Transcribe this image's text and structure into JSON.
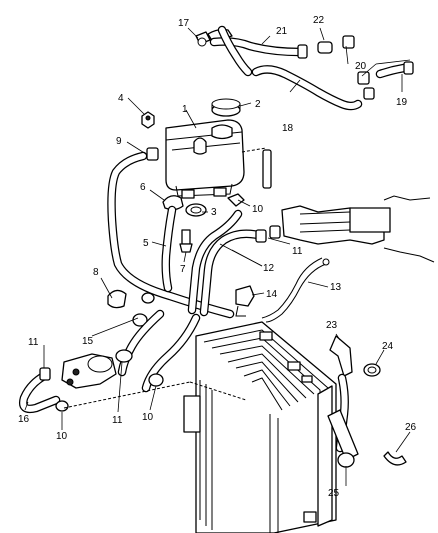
{
  "diagram": {
    "callouts": [
      {
        "id": "c1",
        "text": "1"
      },
      {
        "id": "c2",
        "text": "2"
      },
      {
        "id": "c3",
        "text": "3"
      },
      {
        "id": "c4",
        "text": "4"
      },
      {
        "id": "c5",
        "text": "5"
      },
      {
        "id": "c6",
        "text": "6"
      },
      {
        "id": "c7",
        "text": "7"
      },
      {
        "id": "c8",
        "text": "8"
      },
      {
        "id": "c9",
        "text": "9"
      },
      {
        "id": "c10a",
        "text": "10"
      },
      {
        "id": "c10b",
        "text": "10"
      },
      {
        "id": "c10c",
        "text": "10"
      },
      {
        "id": "c11a",
        "text": "11"
      },
      {
        "id": "c11b",
        "text": "11"
      },
      {
        "id": "c11c",
        "text": "11"
      },
      {
        "id": "c12",
        "text": "12"
      },
      {
        "id": "c13",
        "text": "13"
      },
      {
        "id": "c14",
        "text": "14"
      },
      {
        "id": "c15",
        "text": "15"
      },
      {
        "id": "c16",
        "text": "16"
      },
      {
        "id": "c17",
        "text": "17"
      },
      {
        "id": "c18",
        "text": "18"
      },
      {
        "id": "c19",
        "text": "19"
      },
      {
        "id": "c20",
        "text": "20"
      },
      {
        "id": "c21",
        "text": "21"
      },
      {
        "id": "c22",
        "text": "22"
      },
      {
        "id": "c23",
        "text": "23"
      },
      {
        "id": "c24",
        "text": "24"
      },
      {
        "id": "c25",
        "text": "25"
      },
      {
        "id": "c26",
        "text": "26"
      }
    ]
  }
}
